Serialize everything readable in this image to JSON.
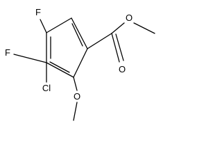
{
  "molecule": {
    "atoms": {
      "fluorine_top": "F",
      "fluorine_left": "F",
      "chlorine": "Cl",
      "methoxy_oxygen": "O",
      "carbonyl_oxygen": "O",
      "ester_oxygen": "O"
    }
  }
}
